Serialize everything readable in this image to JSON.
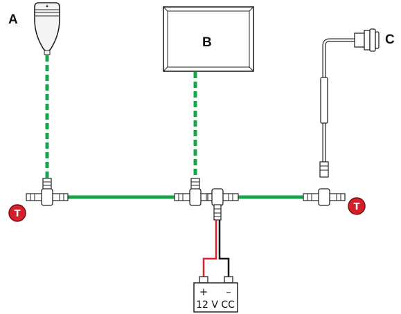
{
  "labels": {
    "device_a": "A",
    "device_b": "B",
    "device_c": "C"
  },
  "terminator": {
    "label": "T"
  },
  "battery": {
    "plus": "+",
    "minus": "–",
    "voltage": "12 V CC"
  },
  "colors": {
    "backbone": "#1aa34a",
    "dashed_drop": "#1aa34a",
    "power_positive": "#e0212b",
    "power_negative": "#111111",
    "terminator_fill": "#d4202a"
  }
}
